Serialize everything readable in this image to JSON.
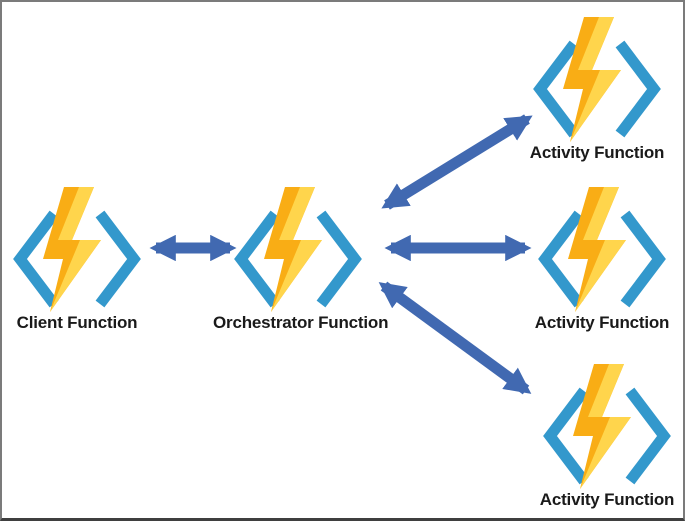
{
  "nodes": {
    "client": {
      "label": "Client Function"
    },
    "orchestrator": {
      "label": "Orchestrator Function"
    },
    "activity_top": {
      "label": "Activity Function"
    },
    "activity_middle": {
      "label": "Activity Function"
    },
    "activity_bottom": {
      "label": "Activity Function"
    }
  },
  "connections": [
    {
      "from": "client",
      "to": "orchestrator",
      "bidirectional": true
    },
    {
      "from": "orchestrator",
      "to": "activity_top",
      "bidirectional": true
    },
    {
      "from": "orchestrator",
      "to": "activity_middle",
      "bidirectional": true
    },
    {
      "from": "orchestrator",
      "to": "activity_bottom",
      "bidirectional": true
    }
  ],
  "icons": {
    "function_icon": "azure-functions-lightning-bolt-in-angle-brackets",
    "arrow_icon": "double-headed-arrow"
  },
  "colors": {
    "bracket_blue": "#3398CC",
    "bolt_gold": "#F9AD15",
    "bolt_light": "#FFD54C",
    "arrow_blue": "#4169B1",
    "border_gray": "#7B7B7B",
    "label_black": "#1A1A1A"
  }
}
